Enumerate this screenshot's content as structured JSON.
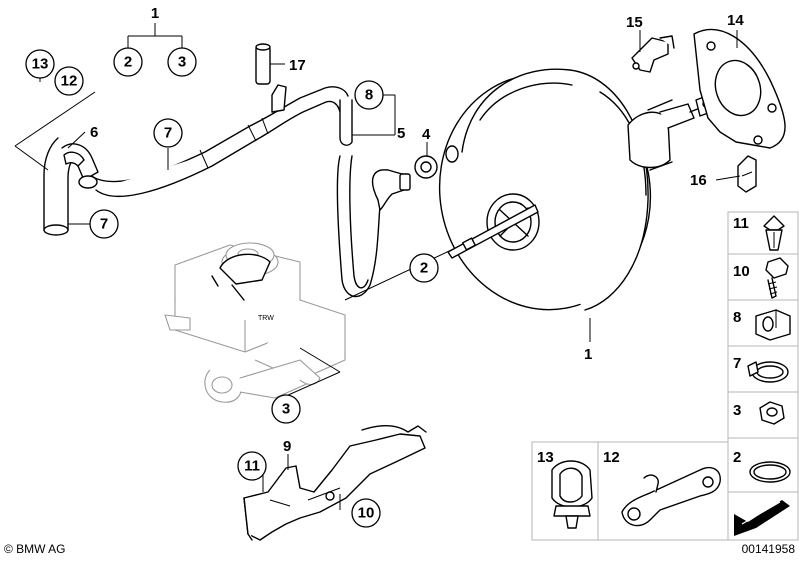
{
  "callouts": {
    "c1_top": "1",
    "c2_top": "2",
    "c3_top": "3",
    "c13": "13",
    "c12": "12",
    "c6": "6",
    "c7_hose": "7",
    "c7_left": "7",
    "c17": "17",
    "c8": "8",
    "c5": "5",
    "c4": "4",
    "c2_mid": "2",
    "c1_booster": "1",
    "c3_bottom": "3",
    "c9": "9",
    "c11_bracket": "11",
    "c10_bracket": "10",
    "c15": "15",
    "c14": "14",
    "c16": "16"
  },
  "sidebar": {
    "items": [
      {
        "label": "11",
        "icon": "expanding-nut-icon"
      },
      {
        "label": "10",
        "icon": "hex-bolt-icon"
      },
      {
        "label": "8",
        "icon": "rubber-grommet-icon"
      },
      {
        "label": "7",
        "icon": "hose-clamp-icon"
      },
      {
        "label": "3",
        "icon": "hex-nut-icon"
      },
      {
        "label": "2",
        "icon": "seal-ring-icon"
      },
      {
        "label": "",
        "icon": "arrow-icon"
      }
    ]
  },
  "bottom_boxes": {
    "left_label": "13",
    "right_label": "12"
  },
  "footer": {
    "brand": "© BMW AG",
    "diagram_id": "00141958"
  }
}
